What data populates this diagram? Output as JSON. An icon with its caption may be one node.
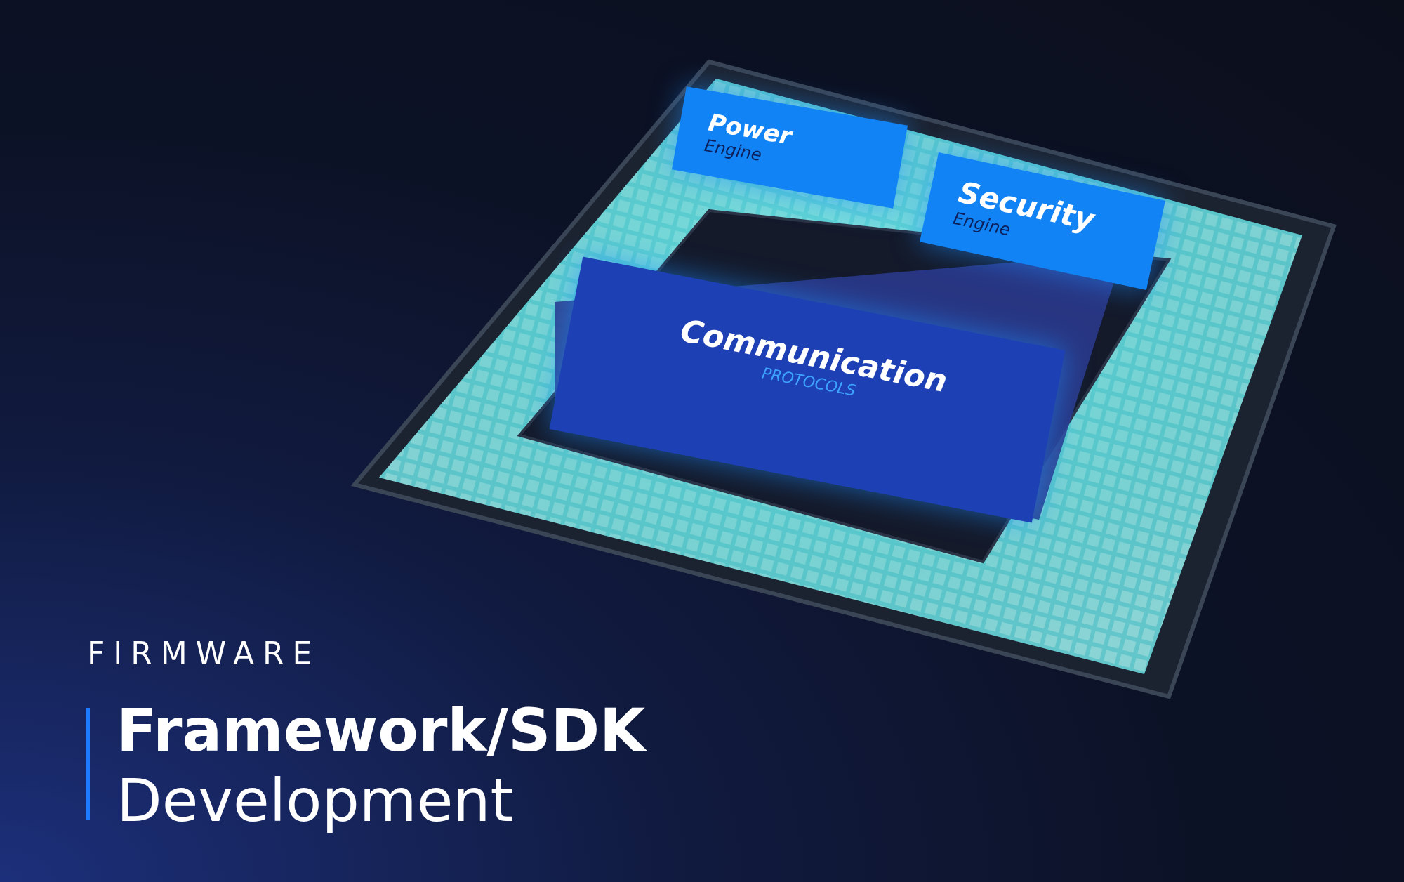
{
  "diagram": {
    "title": "**Framework/SDK** Development",
    "nodes": [
      {
        "text": [
          "Power",
          "Engine"
        ]
      },
      {
        "text": [
          "Security",
          "Engine"
        ]
      },
      {
        "text": [
          "Communication",
          "PROTOCOLS"
        ]
      }
    ],
    "labels": [
      "FIRMWARE"
    ]
  }
}
